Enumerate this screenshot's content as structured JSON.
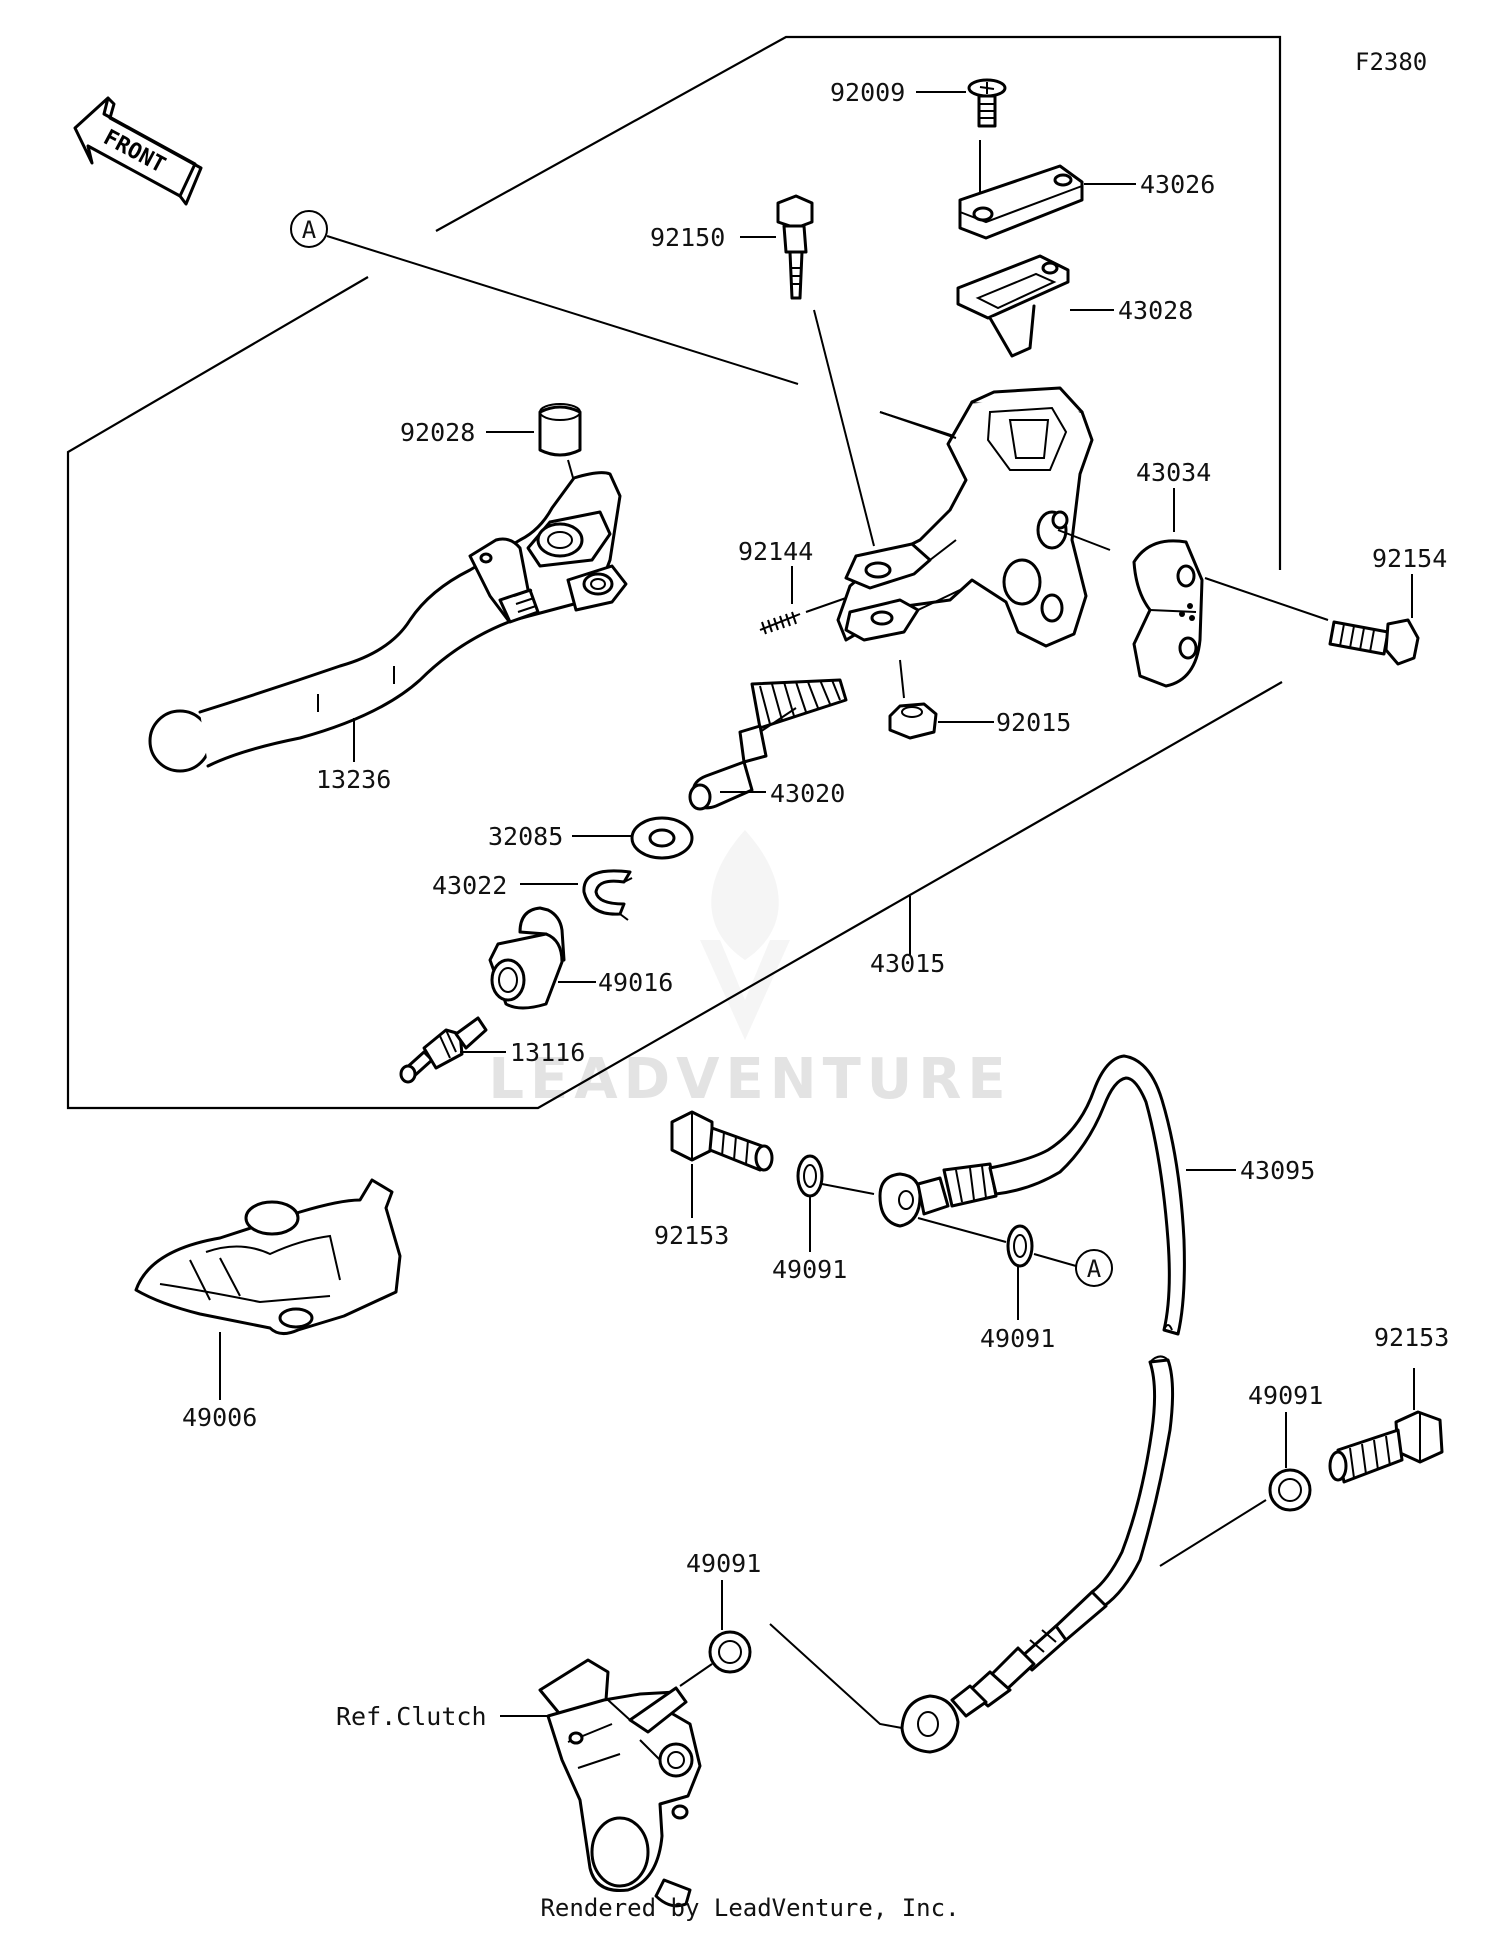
{
  "diagram_code": "F2380",
  "front_label": "FRONT",
  "reference_marker": "A",
  "watermark": "LEADVENTURE",
  "footer": "Rendered by LeadVenture, Inc.",
  "parts": {
    "p92009": "92009",
    "p43026": "43026",
    "p92150": "92150",
    "p43028": "43028",
    "p92028": "92028",
    "p43034": "43034",
    "p92144": "92144",
    "p92154": "92154",
    "p92015": "92015",
    "p13236": "13236",
    "p43020": "43020",
    "p32085": "32085",
    "p43022": "43022",
    "p43015": "43015",
    "p49016": "49016",
    "p13116": "13116",
    "p43095": "43095",
    "p92153_top": "92153",
    "p49091_a": "49091",
    "p49091_b": "49091",
    "p49006": "49006",
    "p92153_right": "92153",
    "p49091_c": "49091",
    "p49091_d": "49091",
    "ref_clutch": "Ref.Clutch"
  }
}
